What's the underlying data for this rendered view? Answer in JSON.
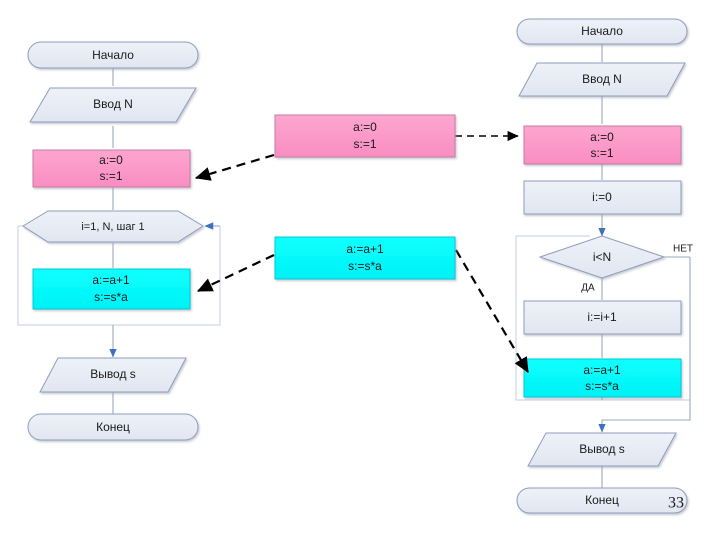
{
  "slide": {
    "page_number": "33",
    "colors": {
      "fill_light": "#e6eaf3",
      "fill_pink": "#fc9ac9",
      "fill_cyan": "#00ffff",
      "stroke_light": "#8f9dbb",
      "stroke_pink": "#c77ba0",
      "stroke_cyan": "#00c8d8",
      "flowline": "#9aa8c4",
      "arrow_blue": "#3f6fbf",
      "callout_line": "#000000",
      "text": "#1a1a1a"
    }
  },
  "left_flowchart": {
    "title": "for-loop version",
    "nodes": [
      {
        "id": "l-start",
        "shape": "terminator",
        "label": "Начало",
        "fill": "light"
      },
      {
        "id": "l-input",
        "shape": "parallelogram",
        "label": "Ввод N",
        "fill": "light"
      },
      {
        "id": "l-init",
        "shape": "rect",
        "label_line1": "a:=0",
        "label_line2": "s:=1",
        "fill": "pink"
      },
      {
        "id": "l-loop",
        "shape": "hexagon",
        "label": "i=1, N, шаг 1",
        "fill": "light"
      },
      {
        "id": "l-body",
        "shape": "rect",
        "label_line1": "a:=a+1",
        "label_line2": "s:=s*a",
        "fill": "cyan"
      },
      {
        "id": "l-output",
        "shape": "parallelogram",
        "label": "Вывод s",
        "fill": "light"
      },
      {
        "id": "l-end",
        "shape": "terminator",
        "label": "Конец",
        "fill": "light"
      }
    ]
  },
  "right_flowchart": {
    "title": "while-loop version",
    "nodes": [
      {
        "id": "r-start",
        "shape": "terminator",
        "label": "Начало",
        "fill": "light"
      },
      {
        "id": "r-input",
        "shape": "parallelogram",
        "label": "Ввод N",
        "fill": "light"
      },
      {
        "id": "r-init",
        "shape": "rect",
        "label_line1": "a:=0",
        "label_line2": "s:=1",
        "fill": "pink"
      },
      {
        "id": "r-izero",
        "shape": "rect",
        "label": "i:=0",
        "fill": "light"
      },
      {
        "id": "r-cond",
        "shape": "diamond",
        "label": "i<N",
        "fill": "light"
      },
      {
        "id": "r-inc",
        "shape": "rect",
        "label": "i:=i+1",
        "fill": "light"
      },
      {
        "id": "r-body",
        "shape": "rect",
        "label_line1": "a:=a+1",
        "label_line2": "s:=s*a",
        "fill": "cyan"
      },
      {
        "id": "r-output",
        "shape": "parallelogram",
        "label": "Вывод s",
        "fill": "light"
      },
      {
        "id": "r-end",
        "shape": "terminator",
        "label": "Конец",
        "fill": "light"
      }
    ],
    "branch_labels": {
      "yes": "ДА",
      "no": "НЕТ"
    }
  },
  "callouts": [
    {
      "id": "callout-init",
      "label_line1": "a:=0",
      "label_line2": "s:=1",
      "fill": "pink"
    },
    {
      "id": "callout-body",
      "label_line1": "a:=a+1",
      "label_line2": "s:=s*a",
      "fill": "cyan"
    }
  ]
}
